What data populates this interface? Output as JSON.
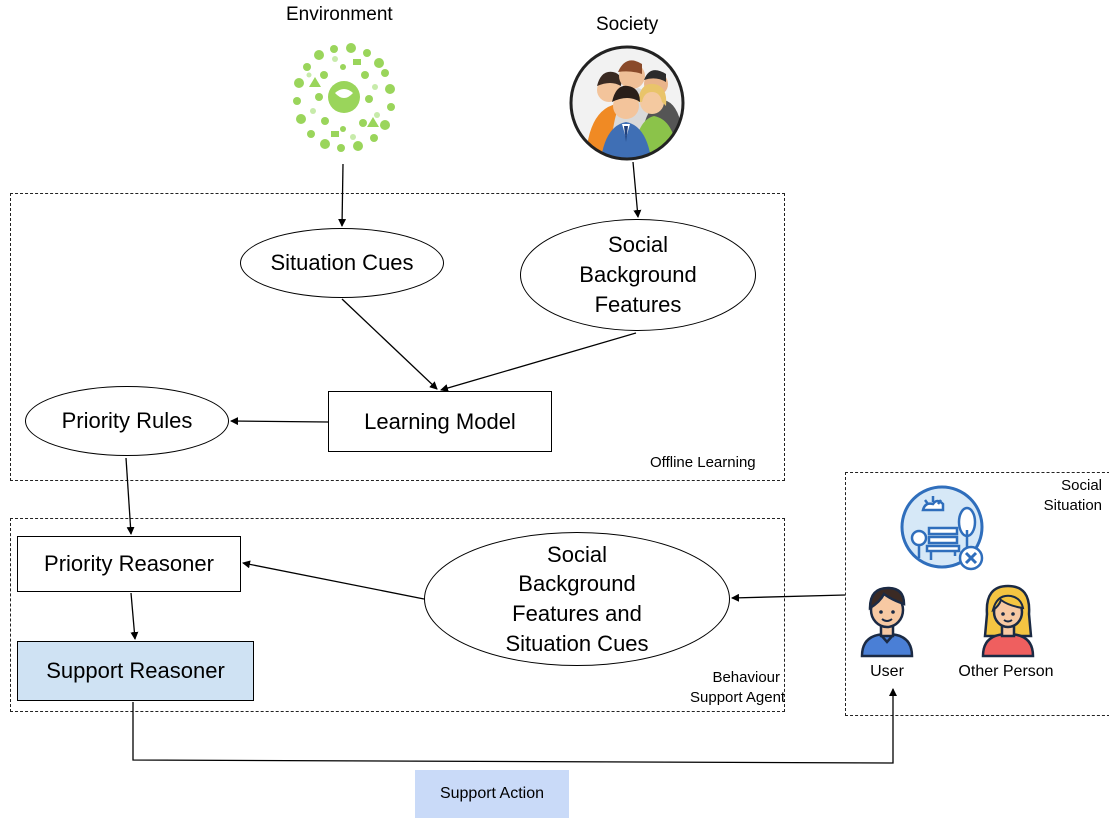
{
  "diagram": {
    "sources": {
      "environment": {
        "label": "Environment",
        "icon": "environment-globe-icon"
      },
      "society": {
        "label": "Society",
        "icon": "people-group-icon"
      }
    },
    "offline_learning": {
      "group_label": "Offline Learning",
      "nodes": {
        "situation_cues": "Situation Cues",
        "social_background": [
          "Social",
          "Background",
          "Features"
        ],
        "learning_model": "Learning Model",
        "priority_rules": "Priority Rules"
      }
    },
    "behaviour_support_agent": {
      "group_label": [
        "Behaviour",
        "Support Agent"
      ],
      "nodes": {
        "priority_reasoner": "Priority Reasoner",
        "support_reasoner": "Support Reasoner",
        "combined_features": [
          "Social",
          "Background",
          "Features and",
          "Situation Cues"
        ]
      }
    },
    "social_situation": {
      "group_label": [
        "Social",
        "Situation"
      ],
      "icons": [
        "park-bench-icon",
        "user-icon",
        "other-person-icon"
      ],
      "user_label": "User",
      "other_person_label": "Other Person"
    },
    "support_action": {
      "label": "Support Action"
    },
    "colors": {
      "support_reasoner_fill": "#cfe2f3",
      "support_action_fill": "#c9daf8",
      "environment_green": "#9ad55b",
      "park_icon_blue": "#2f6ebc"
    }
  }
}
